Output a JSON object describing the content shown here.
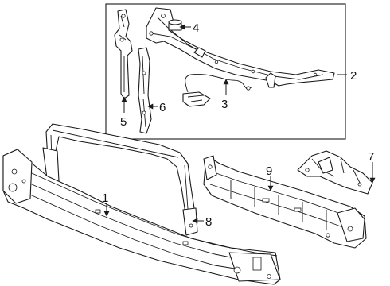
{
  "colors": {
    "line": "#1a1a1a",
    "background": "#ffffff"
  },
  "callouts": [
    {
      "id": "1",
      "label": "1"
    },
    {
      "id": "2",
      "label": "2"
    },
    {
      "id": "3",
      "label": "3"
    },
    {
      "id": "4",
      "label": "4"
    },
    {
      "id": "5",
      "label": "5"
    },
    {
      "id": "6",
      "label": "6"
    },
    {
      "id": "7",
      "label": "7"
    },
    {
      "id": "8",
      "label": "8"
    },
    {
      "id": "9",
      "label": "9"
    }
  ]
}
